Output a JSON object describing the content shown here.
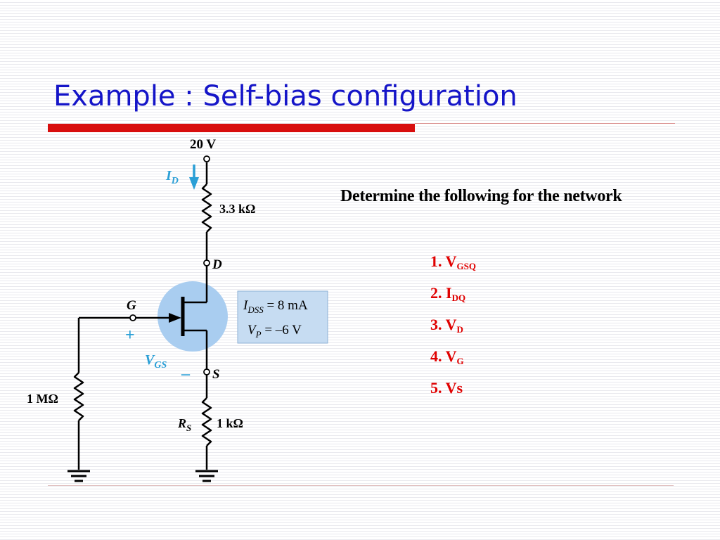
{
  "slide": {
    "title": "Example : Self-bias configuration",
    "task": "Determine the following for the network"
  },
  "circuit": {
    "supply_label": "20 V",
    "drain_resistor_label": "3.3 kΩ",
    "drain_current_label": "I",
    "drain_current_sub": "D",
    "drain_terminal": "D",
    "gate_terminal": "G",
    "source_terminal": "S",
    "gate_resistor_label": "1 MΩ",
    "source_resistor_name": "R",
    "source_resistor_sub": "S",
    "source_resistor_label": "1 kΩ",
    "vgs_label": "V",
    "vgs_sub": "GS",
    "plus_sign": "+",
    "minus_sign": "–",
    "params": {
      "idss_name": "I",
      "idss_sub": "DSS",
      "idss_value": " = 8 mA",
      "vp_name": "V",
      "vp_sub": "P",
      "vp_value": " = –6  V"
    }
  },
  "questions": [
    {
      "num": "1. ",
      "sym": "V",
      "sub": "GSQ"
    },
    {
      "num": "2. ",
      "sym": "I",
      "sub": "DQ"
    },
    {
      "num": "3. ",
      "sym": "V",
      "sub": "D"
    },
    {
      "num": "4. ",
      "sym": "V",
      "sub": "G"
    },
    {
      "num": "5. ",
      "sym": "Vs",
      "sub": ""
    }
  ],
  "colors": {
    "title": "#1515c8",
    "accent_red": "#d80e0e",
    "question_red": "#e00000",
    "annotation_blue": "#2a9fd6",
    "jfet_circle": "#a9cdf0",
    "param_box": "#c6dcf2"
  }
}
